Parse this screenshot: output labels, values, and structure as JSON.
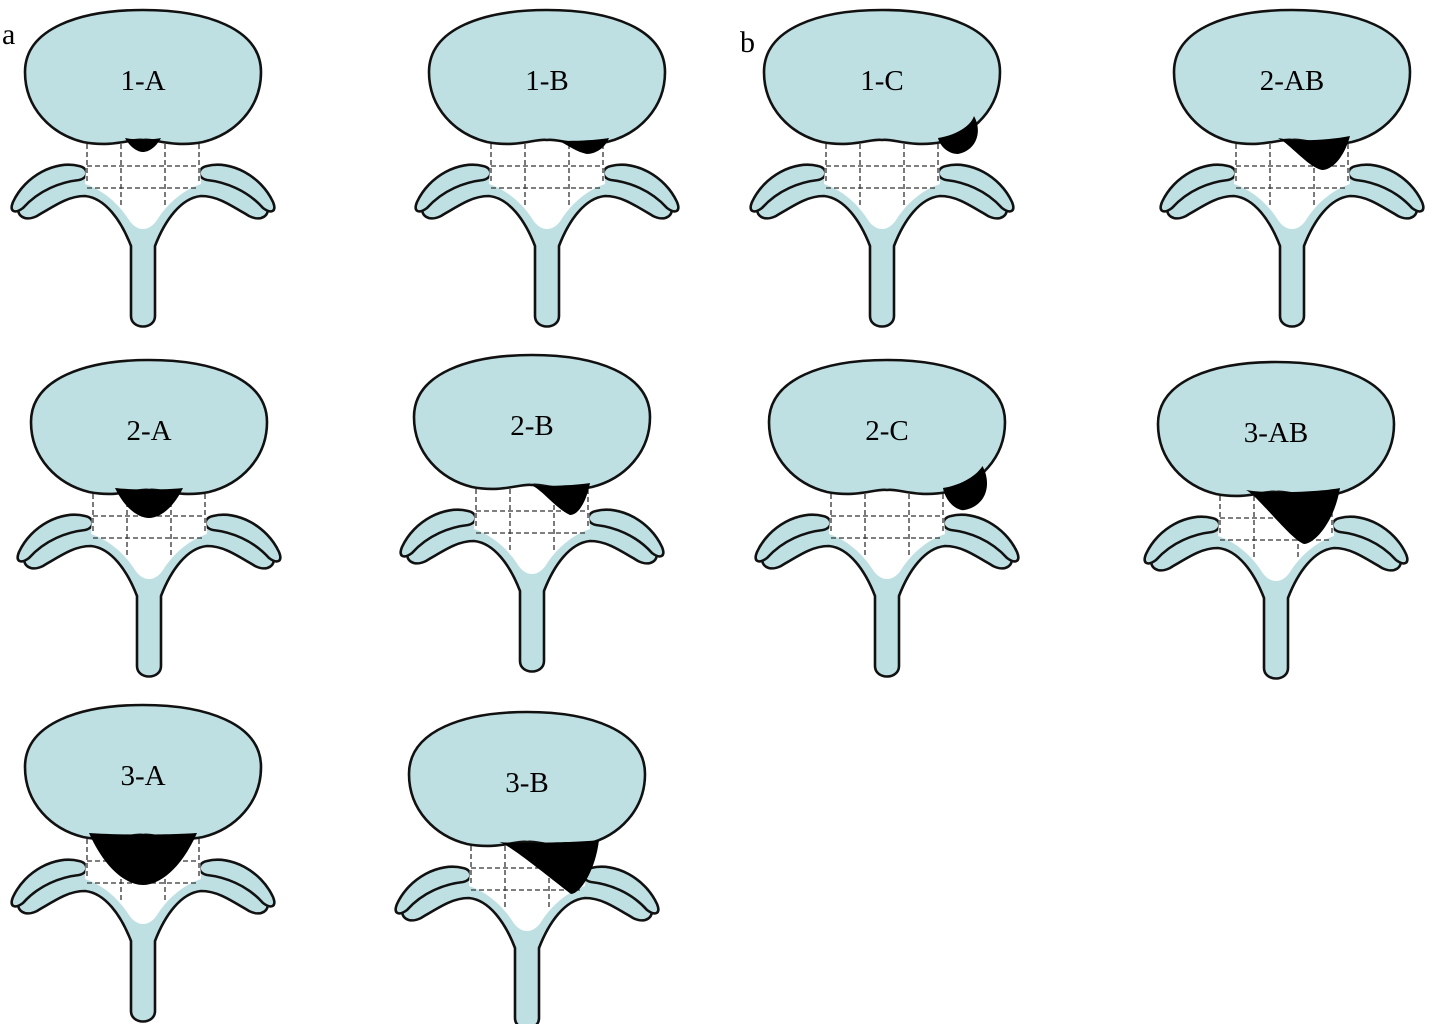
{
  "panels": {
    "a": {
      "letter": "a"
    },
    "b": {
      "letter": "b"
    }
  },
  "vertebrae": [
    {
      "id": "1-A",
      "panel": "a",
      "label": "1-A",
      "grade": 1,
      "zone": "A"
    },
    {
      "id": "1-B",
      "panel": "a",
      "label": "1-B",
      "grade": 1,
      "zone": "B"
    },
    {
      "id": "1-C",
      "panel": "b",
      "label": "1-C",
      "grade": 1,
      "zone": "C"
    },
    {
      "id": "2-AB",
      "panel": "b",
      "label": "2-AB",
      "grade": 2,
      "zone": "AB"
    },
    {
      "id": "2-A",
      "panel": "a",
      "label": "2-A",
      "grade": 2,
      "zone": "A"
    },
    {
      "id": "2-B",
      "panel": "a",
      "label": "2-B",
      "grade": 2,
      "zone": "B"
    },
    {
      "id": "2-C",
      "panel": "b",
      "label": "2-C",
      "grade": 2,
      "zone": "C"
    },
    {
      "id": "3-AB",
      "panel": "b",
      "label": "3-AB",
      "grade": 3,
      "zone": "AB"
    },
    {
      "id": "3-A",
      "panel": "a",
      "label": "3-A",
      "grade": 3,
      "zone": "A"
    },
    {
      "id": "3-B",
      "panel": "a",
      "label": "3-B",
      "grade": 3,
      "zone": "B"
    }
  ],
  "colors": {
    "bone": "#bfe0e3",
    "outline": "#111111",
    "herniation": "#000000",
    "canal": "#ffffff",
    "background": "#ffffff"
  }
}
